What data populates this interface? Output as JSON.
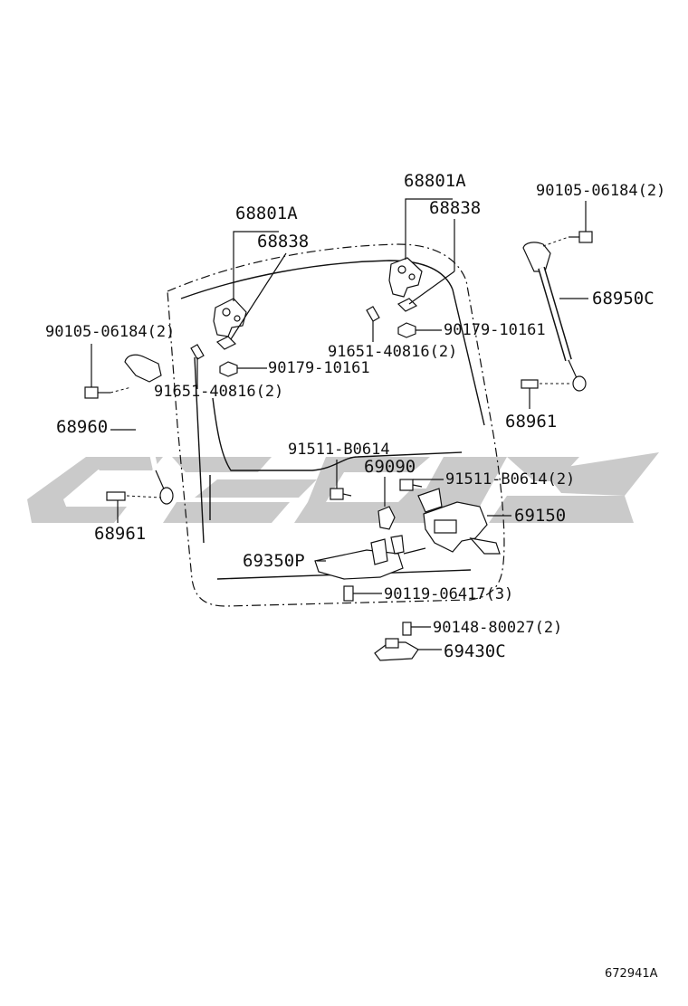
{
  "parts": {
    "hinge_left": "68801A",
    "hinge_right": "68801A",
    "cover_left": "68838",
    "cover_right": "68838",
    "bolt_strut_left": "90105-06184(2)",
    "bolt_strut_right": "90105-06184(2)",
    "strut_left": "68960",
    "strut_right": "68950C",
    "ball_left": "68961",
    "ball_right": "68961",
    "nut_left": "90179-10161",
    "nut_right": "90179-10161",
    "screw_left": "91651-40816(2)",
    "screw_right": "91651-40816(2)",
    "bolt_lock_left": "91511-B0614",
    "bolt_lock_right": "91511-B0614(2)",
    "rod_clip": "69090",
    "lock_assy": "69150",
    "handle": "69350P",
    "screw_handle": "90119-06417(3)",
    "screw_striker": "90148-80027(2)",
    "striker": "69430C"
  },
  "watermark": {
    "color": "#c8c8c8"
  },
  "reference_code": "672941A"
}
